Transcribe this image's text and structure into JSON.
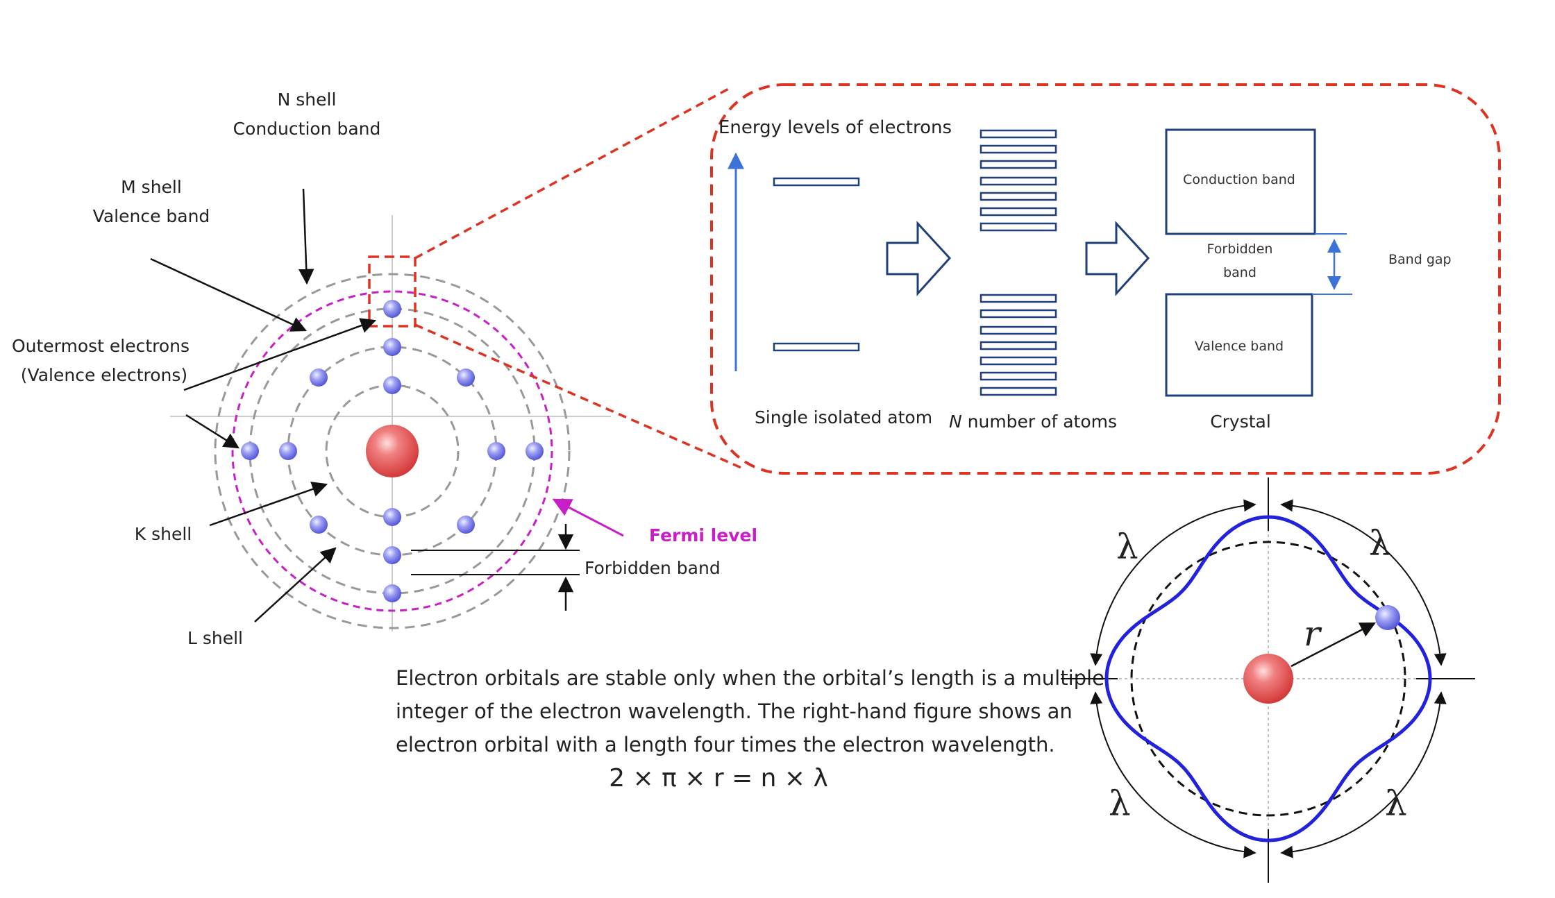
{
  "atom_diagram": {
    "label_n_shell": "N shell",
    "label_conduction_band": "Conduction band",
    "label_m_shell": "M shell",
    "label_valence_band": "Valence band",
    "label_outermost_1": "Outermost electrons",
    "label_outermost_2": "(Valence electrons)",
    "label_k_shell": "K shell",
    "label_l_shell": "L shell",
    "label_fermi_level": "Fermi level",
    "label_forbidden_band": "Forbidden band"
  },
  "energy_panel": {
    "title": "Energy levels of electrons",
    "label_single_atom": "Single isolated atom",
    "label_n_atoms_italic": "N",
    "label_n_atoms_rest": " number of atoms",
    "label_crystal": "Crystal",
    "box_conduction": "Conduction band",
    "forbidden_line1": "Forbidden",
    "forbidden_line2": "band",
    "box_valence": "Valence band",
    "band_gap": "Band gap"
  },
  "explanation": {
    "line1": "Electron orbitals are stable only when the orbital’s length is a multiple",
    "line2": "integer of the electron wavelength. The right-hand figure shows an",
    "line3": "electron orbital with a length four times the electron wavelength.",
    "equation": "2 × π × r = n × λ"
  },
  "orbital_figure": {
    "lambda": "λ",
    "radius_label": "r"
  },
  "colors": {
    "dashed_red": "#dd3322",
    "fermi_magenta": "#c81ec8",
    "orbit_blue": "#2222dd",
    "band_blue": "#1f3f7a",
    "arrow_blue": "#3b73d9"
  }
}
